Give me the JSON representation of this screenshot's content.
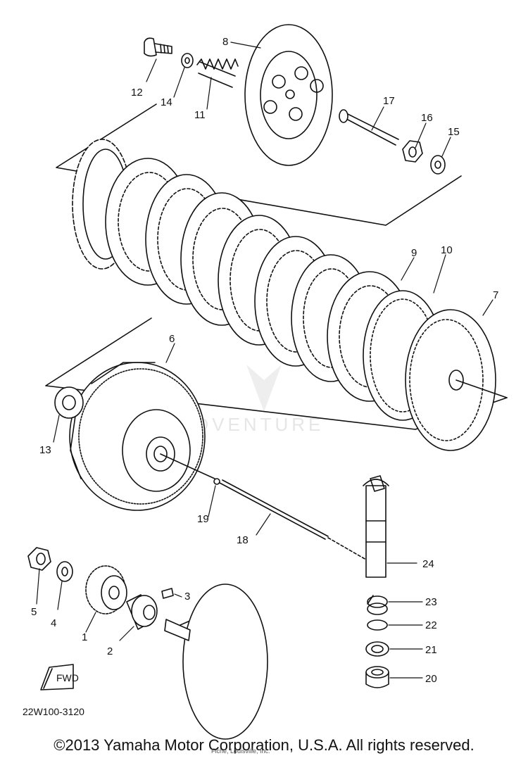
{
  "diagram": {
    "part_code": "22W100-3120",
    "watermark": "ADVENTURE",
    "fwd_label": "FWD",
    "callouts": {
      "c1": "1",
      "c2": "2",
      "c3": "3",
      "c4": "4",
      "c5": "5",
      "c6": "6",
      "c7": "7",
      "c8": "8",
      "c9": "9",
      "c10": "10",
      "c11": "11",
      "c12": "12",
      "c13": "13",
      "c14": "14",
      "c15": "15",
      "c16": "16",
      "c17": "17",
      "c18": "18",
      "c19": "19",
      "c20": "20",
      "c21": "21",
      "c22": "22",
      "c23": "23",
      "c24": "24"
    }
  },
  "footer": {
    "copyright": "©2013 Yamaha Motor Corporation, U.S.A. All rights reserved.",
    "faint_text": "Fiche, Louisville, Inc."
  }
}
